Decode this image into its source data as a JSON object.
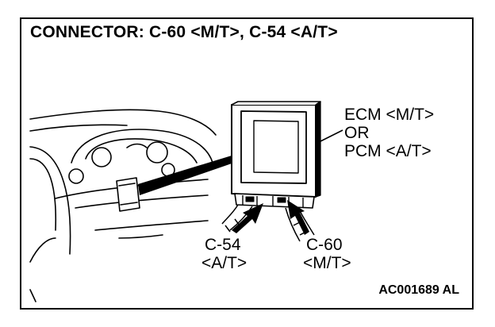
{
  "title": "CONNECTOR: C-60 <M/T>, C-54 <A/T>",
  "unit_label": {
    "line1": "ECM <M/T>",
    "line2": "OR",
    "line3": "PCM <A/T>"
  },
  "connector_a": {
    "line1": "C-54",
    "line2": "<A/T>"
  },
  "connector_b": {
    "line1": "C-60",
    "line2": "<M/T>"
  },
  "figure_code": "AC001689 AL"
}
